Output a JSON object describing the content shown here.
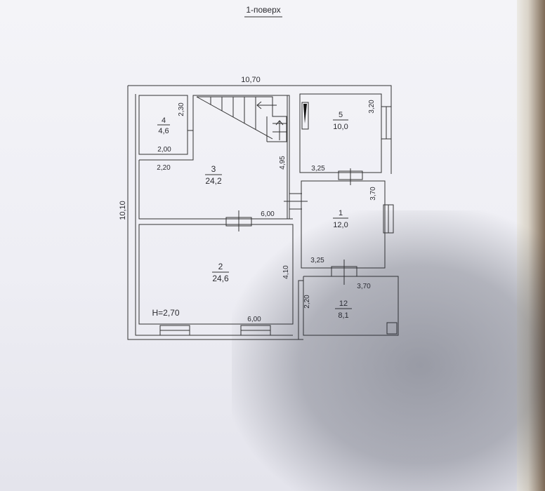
{
  "title": "1-поверх",
  "height_note": "H=2,70",
  "overall": {
    "width": "10,70",
    "height": "10,10"
  },
  "rooms": {
    "r4": {
      "number": "4",
      "area": "4,6"
    },
    "r3": {
      "number": "3",
      "area": "24,2"
    },
    "r5": {
      "number": "5",
      "area": "10,0"
    },
    "r1": {
      "number": "1",
      "area": "12,0"
    },
    "r2": {
      "number": "2",
      "area": "24,6"
    },
    "r12": {
      "number": "12",
      "area": "8,1"
    }
  },
  "dimensions": {
    "r4_h": "2,30",
    "r4_w": "2,00",
    "r3_left": "2,20",
    "r3_h": "4,95",
    "r3_w": "6,00",
    "r5_h": "3,20",
    "r5_w": "3,25",
    "r1_h": "3,70",
    "r1_w": "3,25",
    "r2_h": "4,10",
    "r2_w": "6,00",
    "r12_w": "3,70",
    "r12_h": "2,20"
  }
}
